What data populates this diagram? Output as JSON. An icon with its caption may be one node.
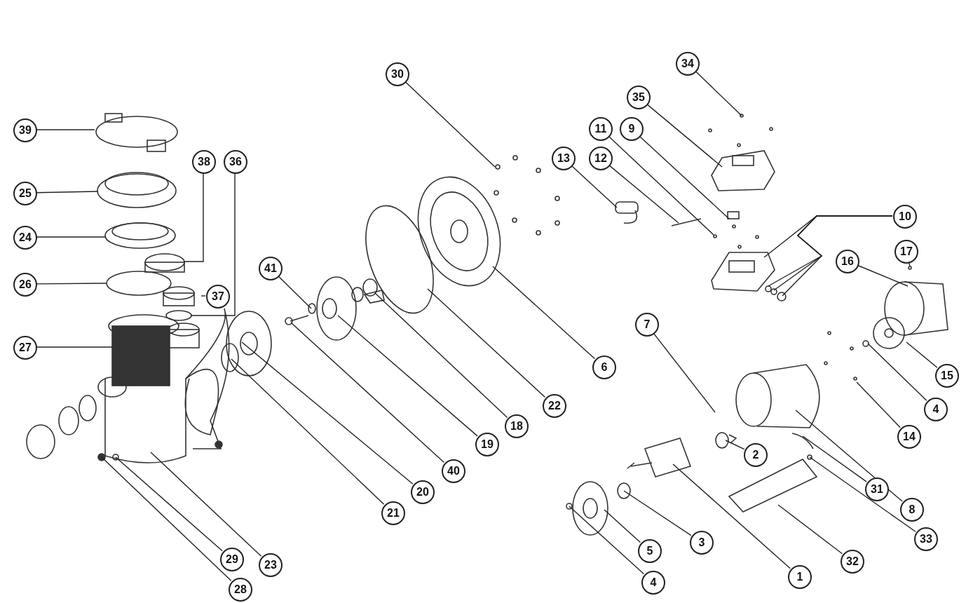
{
  "diagram": {
    "nodes": [
      {
        "text": [
          "34"
        ]
      },
      {
        "text": [
          "30"
        ]
      },
      {
        "text": [
          "35"
        ]
      },
      {
        "text": [
          "11"
        ]
      },
      {
        "text": [
          "9"
        ]
      },
      {
        "text": [
          "39"
        ]
      },
      {
        "text": [
          "13"
        ]
      },
      {
        "text": [
          "12"
        ]
      },
      {
        "text": [
          "38"
        ]
      },
      {
        "text": [
          "36"
        ]
      },
      {
        "text": [
          "25"
        ]
      },
      {
        "text": [
          "10"
        ]
      },
      {
        "text": [
          "24"
        ]
      },
      {
        "text": [
          "17"
        ]
      },
      {
        "text": [
          "16"
        ]
      },
      {
        "text": [
          "41"
        ]
      },
      {
        "text": [
          "26"
        ]
      },
      {
        "text": [
          "37"
        ]
      },
      {
        "text": [
          "7"
        ]
      },
      {
        "text": [
          "27"
        ]
      },
      {
        "text": [
          "6"
        ]
      },
      {
        "text": [
          "15"
        ]
      },
      {
        "text": [
          "22"
        ]
      },
      {
        "text": [
          "4"
        ]
      },
      {
        "text": [
          "18"
        ]
      },
      {
        "text": [
          "14"
        ]
      },
      {
        "text": [
          "19"
        ]
      },
      {
        "text": [
          "2"
        ]
      },
      {
        "text": [
          "40"
        ]
      },
      {
        "text": [
          "31"
        ]
      },
      {
        "text": [
          "20"
        ]
      },
      {
        "text": [
          "8"
        ]
      },
      {
        "text": [
          "21"
        ]
      },
      {
        "text": [
          "33"
        ]
      },
      {
        "text": [
          "3"
        ]
      },
      {
        "text": [
          "5"
        ]
      },
      {
        "text": [
          "29"
        ]
      },
      {
        "text": [
          "32"
        ]
      },
      {
        "text": [
          "23"
        ]
      },
      {
        "text": [
          "1"
        ]
      },
      {
        "text": [
          "4"
        ]
      },
      {
        "text": [
          "28"
        ]
      }
    ],
    "edges": [
      {
        "from": 0,
        "to": null,
        "arrow": "none"
      },
      {
        "from": 1,
        "to": null,
        "arrow": "none"
      },
      {
        "from": 2,
        "to": null,
        "arrow": "none"
      },
      {
        "from": 3,
        "to": null,
        "arrow": "none"
      },
      {
        "from": 4,
        "to": null,
        "arrow": "none"
      },
      {
        "from": 5,
        "to": null,
        "arrow": "none"
      },
      {
        "from": 6,
        "to": null,
        "arrow": "none"
      },
      {
        "from": 7,
        "to": null,
        "arrow": "none"
      },
      {
        "from": 8,
        "to": null,
        "arrow": "none"
      },
      {
        "from": 9,
        "to": null,
        "arrow": "none"
      },
      {
        "from": 10,
        "to": null,
        "arrow": "none"
      },
      {
        "from": 11,
        "to": null,
        "arrow": "none"
      },
      {
        "from": 12,
        "to": null,
        "arrow": "none"
      },
      {
        "from": 13,
        "to": null,
        "arrow": "none"
      },
      {
        "from": 14,
        "to": null,
        "arrow": "none"
      },
      {
        "from": 15,
        "to": null,
        "arrow": "none"
      },
      {
        "from": 16,
        "to": null,
        "arrow": "none"
      },
      {
        "from": 17,
        "to": null,
        "arrow": "none"
      },
      {
        "from": 18,
        "to": null,
        "arrow": "none"
      },
      {
        "from": 19,
        "to": null,
        "arrow": "none"
      },
      {
        "from": 20,
        "to": null,
        "arrow": "none"
      },
      {
        "from": 21,
        "to": null,
        "arrow": "none"
      },
      {
        "from": 22,
        "to": null,
        "arrow": "none"
      },
      {
        "from": 23,
        "to": null,
        "arrow": "none"
      },
      {
        "from": 24,
        "to": null,
        "arrow": "none"
      },
      {
        "from": 25,
        "to": null,
        "arrow": "none"
      },
      {
        "from": 26,
        "to": null,
        "arrow": "none"
      },
      {
        "from": 27,
        "to": null,
        "arrow": "none"
      },
      {
        "from": 28,
        "to": null,
        "arrow": "none"
      },
      {
        "from": 29,
        "to": null,
        "arrow": "none"
      },
      {
        "from": 30,
        "to": null,
        "arrow": "none"
      },
      {
        "from": 31,
        "to": null,
        "arrow": "none"
      },
      {
        "from": 32,
        "to": null,
        "arrow": "none"
      },
      {
        "from": 33,
        "to": null,
        "arrow": "none"
      },
      {
        "from": 34,
        "to": null,
        "arrow": "none"
      },
      {
        "from": 35,
        "to": null,
        "arrow": "none"
      },
      {
        "from": 36,
        "to": null,
        "arrow": "none"
      },
      {
        "from": 37,
        "to": null,
        "arrow": "none"
      },
      {
        "from": 38,
        "to": null,
        "arrow": "none"
      },
      {
        "from": 39,
        "to": null,
        "arrow": "none"
      },
      {
        "from": 40,
        "to": null,
        "arrow": "none"
      },
      {
        "from": 41,
        "to": null,
        "arrow": "none"
      },
      {
        "from": 11,
        "to": null,
        "arrow": "none"
      },
      {
        "from": 11,
        "to": null,
        "arrow": "none"
      },
      {
        "from": 11,
        "to": null,
        "arrow": "none"
      }
    ]
  }
}
